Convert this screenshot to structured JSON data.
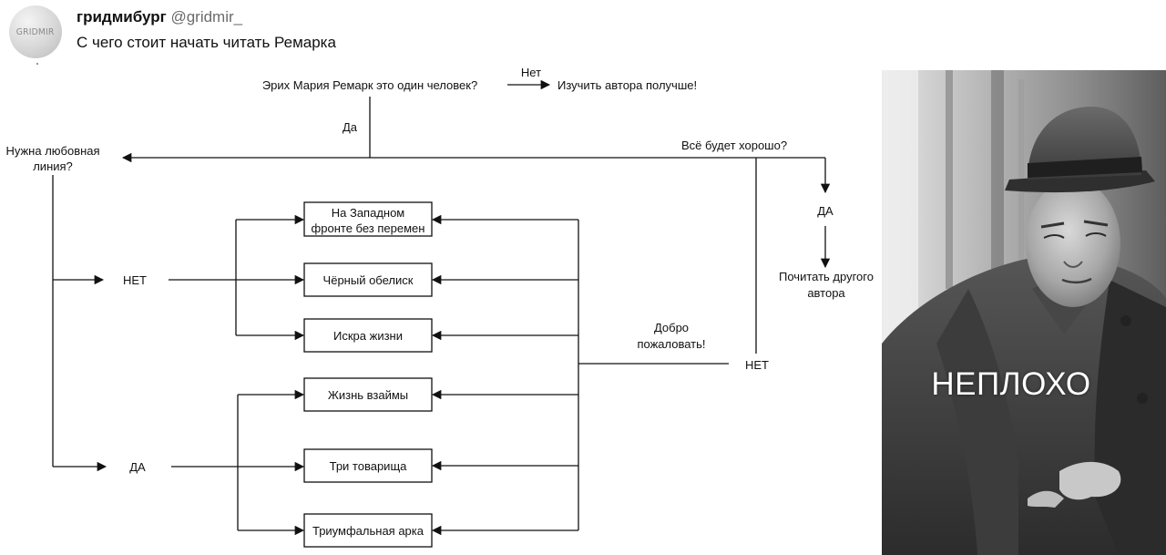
{
  "post": {
    "avatar_text": "GRIDMIR",
    "author_name": "гридмибург",
    "author_handle": "@gridmir_",
    "text": "С чего стоит начать читать Ремарка"
  },
  "flowchart": {
    "q1": "Эрих Мария Ремарк это один человек?",
    "q1_no": "Нет",
    "q1_no_result": "Изучить автора получше!",
    "q1_yes": "Да",
    "q2_line1": "Нужна любовная",
    "q2_line2": "линия?",
    "q3": "Всё будет хорошо?",
    "q3_yes": "ДА",
    "q3_yes_result_line1": "Почитать другого",
    "q3_yes_result_line2": "автора",
    "q3_no": "НЕТ",
    "welcome_line1": "Добро",
    "welcome_line2": "пожаловать!",
    "love_no": "НЕТ",
    "love_yes": "ДА",
    "books": [
      {
        "line1": "На Западном",
        "line2": "фронте без перемен"
      },
      {
        "line1": "Чёрный обелиск",
        "line2": ""
      },
      {
        "line1": "Искра жизни",
        "line2": ""
      },
      {
        "line1": "Жизнь взаймы",
        "line2": ""
      },
      {
        "line1": "Три товарища",
        "line2": ""
      },
      {
        "line1": "Триумфальная арка",
        "line2": ""
      }
    ]
  },
  "meme": {
    "caption": "НЕПЛОХО"
  }
}
